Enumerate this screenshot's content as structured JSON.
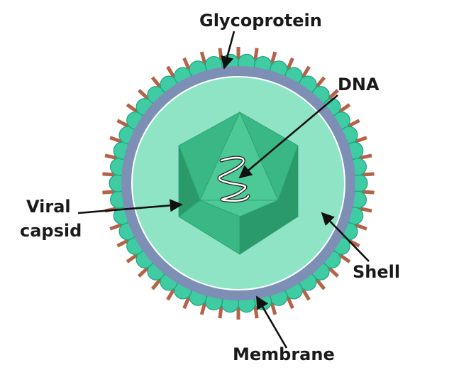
{
  "labels": {
    "glycoprotein": "Glycoprotein",
    "dna": "DNA",
    "viral_line1": "Viral",
    "viral_line2": "capsid",
    "shell": "Shell",
    "membrane": "Membrane"
  },
  "colors": {
    "membrane_bead": "#3fcca2",
    "bead_stroke": "#1fa37f",
    "shell_ring": "#7d8fb5",
    "interior": "#8fe4c6",
    "capsid_light": "#4cc996",
    "capsid_mid": "#39b784",
    "capsid_dark": "#2a9a6b",
    "spike": "#b56348",
    "arrow": "#111111"
  },
  "counts": {
    "beads": 46,
    "spikes": 46
  }
}
